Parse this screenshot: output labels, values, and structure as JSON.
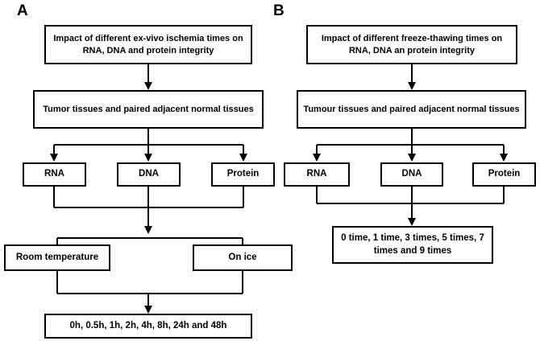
{
  "figure": {
    "type": "flowchart",
    "background": "#ffffff",
    "stroke_color": "#000000",
    "text_color": "#000000"
  },
  "panels": [
    {
      "id": "panel-a",
      "label": "A",
      "nodes": [
        {
          "id": "a-title",
          "name": "node-study-aim-a",
          "text": "Impact of different ex-vivo ischemia times on RNA, DNA and protein integrity"
        },
        {
          "id": "a-tissue",
          "name": "node-tissue-source-a",
          "text": "Tumor tissues and paired adjacent normal tissues"
        },
        {
          "id": "a-rna",
          "name": "node-analyte-rna-a",
          "text": "RNA"
        },
        {
          "id": "a-dna",
          "name": "node-analyte-dna-a",
          "text": "DNA"
        },
        {
          "id": "a-protein",
          "name": "node-analyte-protein-a",
          "text": "Protein"
        },
        {
          "id": "a-rt",
          "name": "node-condition-room-temperature",
          "text": "Room temperature"
        },
        {
          "id": "a-ice",
          "name": "node-condition-on-ice",
          "text": "On ice"
        },
        {
          "id": "a-times",
          "name": "node-timepoints-a",
          "text": "0h, 0.5h, 1h, 2h, 4h, 8h, 24h and 48h"
        }
      ]
    },
    {
      "id": "panel-b",
      "label": "B",
      "nodes": [
        {
          "id": "b-title",
          "name": "node-study-aim-b",
          "text": "Impact of  different freeze-thawing times on RNA, DNA an protein integrity"
        },
        {
          "id": "b-tissue",
          "name": "node-tissue-source-b",
          "text": "Tumour tissues and paired adjacent normal tissues"
        },
        {
          "id": "b-rna",
          "name": "node-analyte-rna-b",
          "text": "RNA"
        },
        {
          "id": "b-dna",
          "name": "node-analyte-dna-b",
          "text": "DNA"
        },
        {
          "id": "b-protein",
          "name": "node-analyte-protein-b",
          "text": "Protein"
        },
        {
          "id": "b-cycles",
          "name": "node-freeze-thaw-cycles",
          "text": "0 time, 1 time, 3 times, 5 times, 7 times and 9 times"
        }
      ]
    }
  ]
}
